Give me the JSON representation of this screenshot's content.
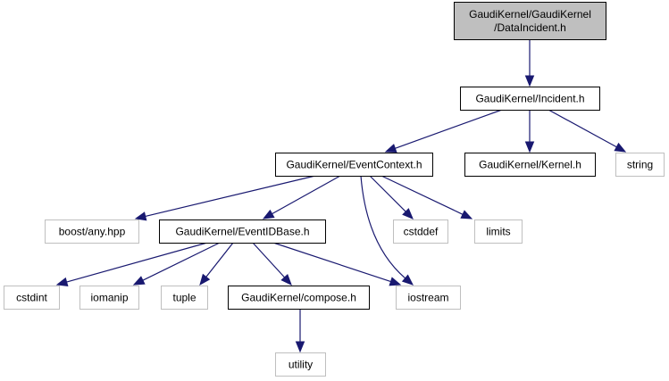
{
  "diagram": {
    "type": "include-dependency-graph",
    "colors": {
      "edge": "#191970",
      "root_fill": "#bfbfbf",
      "documented_border": "#000000",
      "external_border": "#bfbfbf",
      "node_fill": "#ffffff"
    },
    "nodes": [
      {
        "id": "dataincident",
        "lines": [
          "GaudiKernel/GaudiKernel",
          "/DataIncident.h"
        ],
        "kind": "root"
      },
      {
        "id": "incident",
        "lines": [
          "GaudiKernel/Incident.h"
        ],
        "kind": "documented"
      },
      {
        "id": "eventcontext",
        "lines": [
          "GaudiKernel/EventContext.h"
        ],
        "kind": "documented"
      },
      {
        "id": "kernel",
        "lines": [
          "GaudiKernel/Kernel.h"
        ],
        "kind": "documented"
      },
      {
        "id": "string",
        "lines": [
          "string"
        ],
        "kind": "external"
      },
      {
        "id": "boostany",
        "lines": [
          "boost/any.hpp"
        ],
        "kind": "external"
      },
      {
        "id": "eventidbase",
        "lines": [
          "GaudiKernel/EventIDBase.h"
        ],
        "kind": "documented"
      },
      {
        "id": "cstddef",
        "lines": [
          "cstddef"
        ],
        "kind": "external"
      },
      {
        "id": "limits",
        "lines": [
          "limits"
        ],
        "kind": "external"
      },
      {
        "id": "cstdint",
        "lines": [
          "cstdint"
        ],
        "kind": "external"
      },
      {
        "id": "iomanip",
        "lines": [
          "iomanip"
        ],
        "kind": "external"
      },
      {
        "id": "tuple",
        "lines": [
          "tuple"
        ],
        "kind": "external"
      },
      {
        "id": "compose",
        "lines": [
          "GaudiKernel/compose.h"
        ],
        "kind": "documented"
      },
      {
        "id": "iostream",
        "lines": [
          "iostream"
        ],
        "kind": "external"
      },
      {
        "id": "utility",
        "lines": [
          "utility"
        ],
        "kind": "external"
      }
    ],
    "edges": [
      {
        "from": "dataincident",
        "to": "incident"
      },
      {
        "from": "incident",
        "to": "eventcontext"
      },
      {
        "from": "incident",
        "to": "kernel"
      },
      {
        "from": "incident",
        "to": "string"
      },
      {
        "from": "eventcontext",
        "to": "boostany"
      },
      {
        "from": "eventcontext",
        "to": "eventidbase"
      },
      {
        "from": "eventcontext",
        "to": "iostream"
      },
      {
        "from": "eventcontext",
        "to": "cstddef"
      },
      {
        "from": "eventcontext",
        "to": "limits"
      },
      {
        "from": "eventidbase",
        "to": "cstdint"
      },
      {
        "from": "eventidbase",
        "to": "iomanip"
      },
      {
        "from": "eventidbase",
        "to": "tuple"
      },
      {
        "from": "eventidbase",
        "to": "compose"
      },
      {
        "from": "eventidbase",
        "to": "iostream"
      },
      {
        "from": "compose",
        "to": "utility"
      }
    ]
  }
}
